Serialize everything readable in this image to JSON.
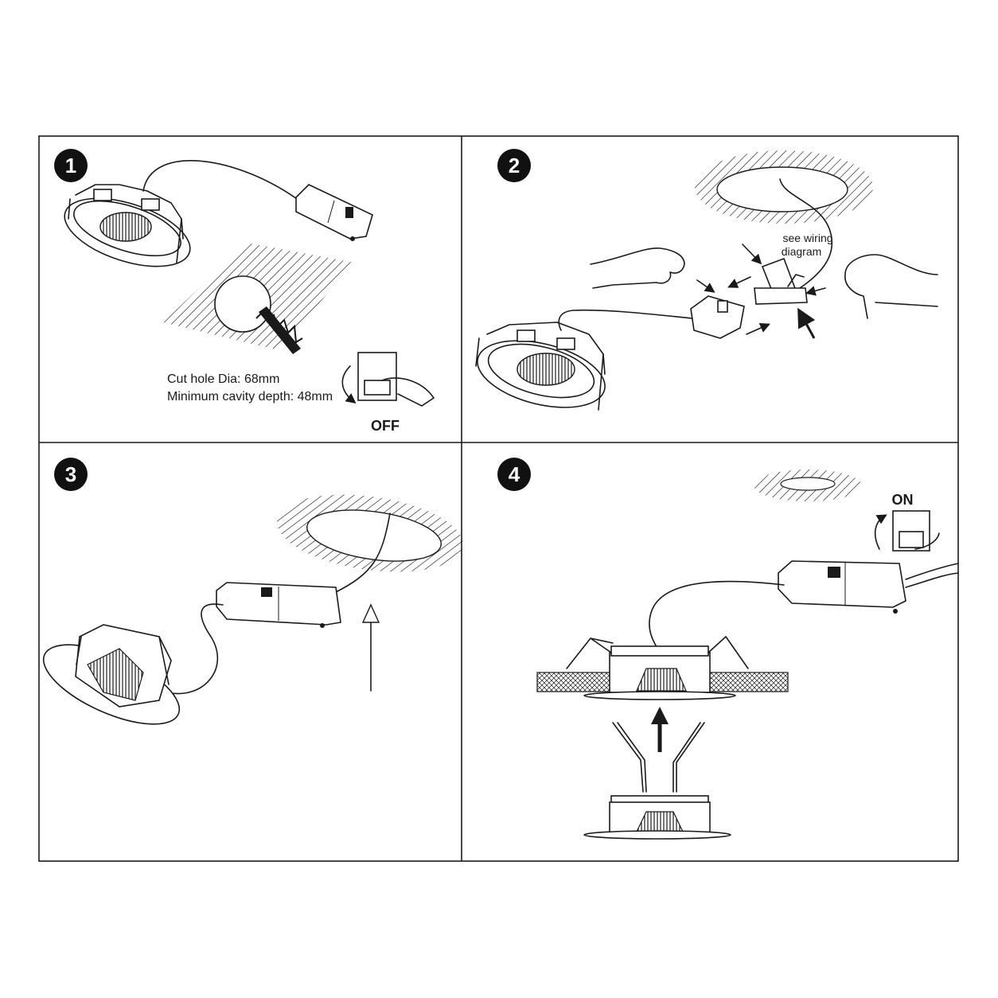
{
  "steps": [
    {
      "number": "1"
    },
    {
      "number": "2"
    },
    {
      "number": "3"
    },
    {
      "number": "4"
    }
  ],
  "step1": {
    "cut_hole": "Cut hole Dia: 68mm",
    "cavity_depth": "Minimum cavity depth: 48mm",
    "switch_state": "OFF"
  },
  "step2": {
    "wiring_line1": "see wiring",
    "wiring_line2": "diagram"
  },
  "step4": {
    "switch_state": "ON"
  },
  "colors": {
    "line": "#1a1a1a",
    "background": "#ffffff"
  }
}
